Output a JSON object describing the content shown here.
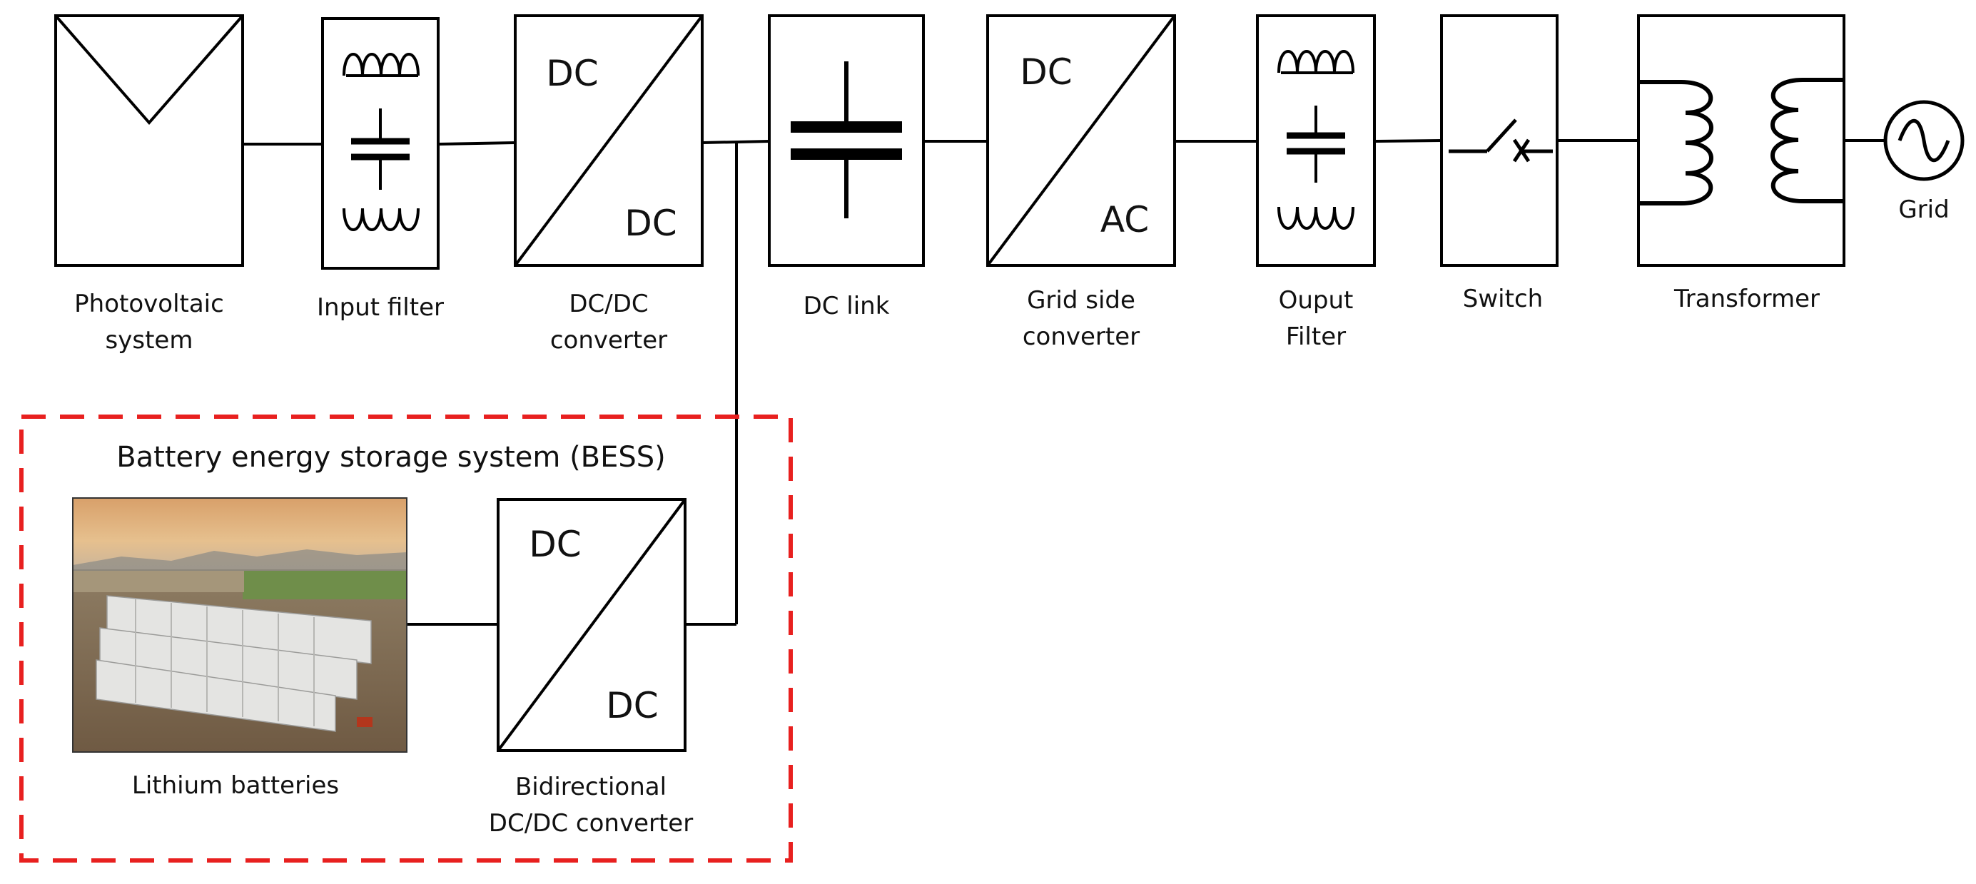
{
  "blocks": {
    "pv": {
      "label_line1": "Photovoltaic",
      "label_line2": "system"
    },
    "input_filter": {
      "label": "Input filter"
    },
    "dcdc": {
      "top": "DC",
      "bottom": "DC",
      "label_line1": "DC/DC",
      "label_line2": "converter"
    },
    "dc_link": {
      "label": "DC link"
    },
    "grid_side_converter": {
      "top": "DC",
      "bottom": "AC",
      "label_line1": "Grid side",
      "label_line2": "converter"
    },
    "output_filter": {
      "label_line1": "Ouput",
      "label_line2": "Filter"
    },
    "switch": {
      "label": "Switch"
    },
    "transformer": {
      "label": "Transformer"
    },
    "grid": {
      "label": "Grid"
    }
  },
  "bess": {
    "title": "Battery energy storage system (BESS)",
    "batteries": {
      "label": "Lithium batteries"
    },
    "converter": {
      "top": "DC",
      "bottom": "DC",
      "label_line1": "Bidirectional",
      "label_line2": "DC/DC converter"
    }
  },
  "colors": {
    "stroke": "#000000",
    "bess_border": "#e8201f",
    "text": "#111111"
  }
}
